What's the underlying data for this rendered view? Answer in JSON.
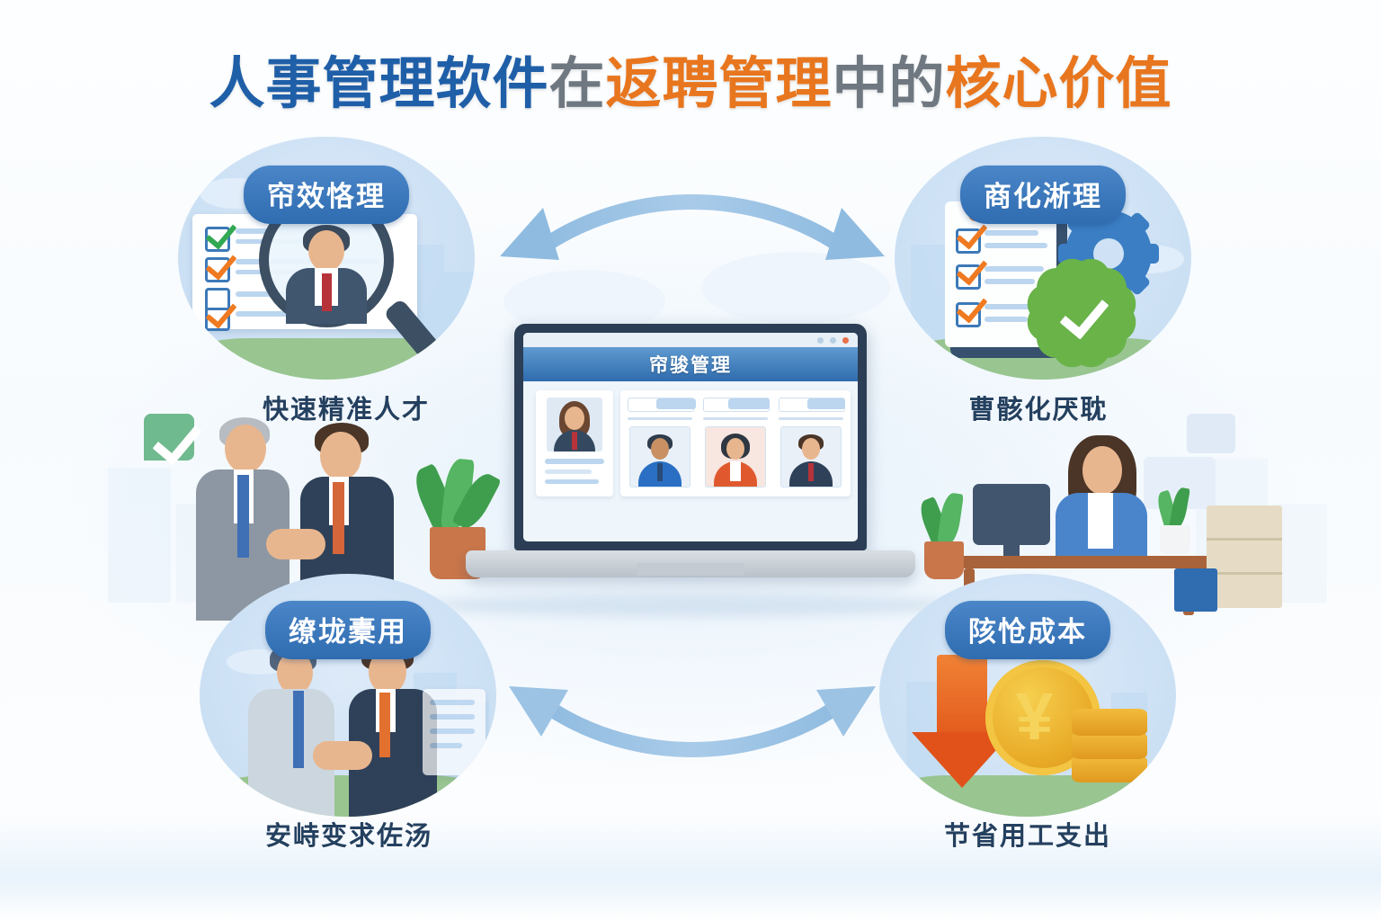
{
  "title": {
    "segments": [
      {
        "text": "人事管理软件",
        "color": "#1f5fa8"
      },
      {
        "text": "在",
        "color": "#6f7880"
      },
      {
        "text": "返聘管理",
        "color": "#e8761e"
      },
      {
        "text": "中的",
        "color": "#6f7880"
      },
      {
        "text": "核心价值",
        "color": "#e8761e"
      }
    ],
    "full_text": "人事管理软件在返聘管理中的核心价值"
  },
  "quadrants": [
    {
      "id": "top-left",
      "badge": "帘效恪理",
      "caption": "快速精准人才",
      "illustration": "checklist-with-magnifier-over-person"
    },
    {
      "id": "top-right",
      "badge": "商化淅理",
      "caption": "曹骸化厌耽",
      "illustration": "clipboard-gear-green-check"
    },
    {
      "id": "bottom-left",
      "badge": "缭垅橐用",
      "caption": "安峙变求佐汤",
      "illustration": "handshake-two-businessmen"
    },
    {
      "id": "bottom-right",
      "badge": "陔怆成本",
      "caption": "节省用工支出",
      "illustration": "down-arrow-yen-coin-stack"
    }
  ],
  "laptop": {
    "app_title": "帘骏管理",
    "window_dots": [
      "#b9cfe3",
      "#b9cfe3",
      "#e8704a"
    ],
    "profile_panel": {
      "avatar": "woman-avatar",
      "text_lines": 3
    },
    "candidate_cards": [
      {
        "avatar": "man-blue-suit",
        "bg": "#e9f0f8"
      },
      {
        "avatar": "woman-orange-top",
        "bg": "#f8e6e0"
      },
      {
        "avatar": "man-navy-suit",
        "bg": "#e9f0f8"
      }
    ]
  },
  "scenes": {
    "left": {
      "name": "handshake-senior-and-younger",
      "badge_icon": "green-check-badge",
      "props": [
        "potted-plant",
        "city-background"
      ]
    },
    "right": {
      "name": "woman-at-desk-with-monitor",
      "props": [
        "monitor",
        "potted-plant",
        "small-plant",
        "filing-cabinet",
        "blue-box",
        "wall-pictures"
      ]
    }
  },
  "arrows": [
    {
      "id": "top-arrow",
      "style": "double-headed-curved",
      "direction": "convex-up",
      "color": "#9cc3e4"
    },
    {
      "id": "bottom-arrow",
      "style": "double-headed-curved",
      "direction": "concave-up",
      "color": "#9cc3e4"
    }
  ],
  "colors": {
    "title_blue": "#1f5fa8",
    "title_gray": "#6f7880",
    "title_orange": "#e8761e",
    "badge_blue": "#2f6cb0",
    "caption_navy": "#24405f",
    "circle_fill": "#cfe2f5",
    "arrow_blue": "#9cc3e4",
    "background": "#ffffff"
  }
}
